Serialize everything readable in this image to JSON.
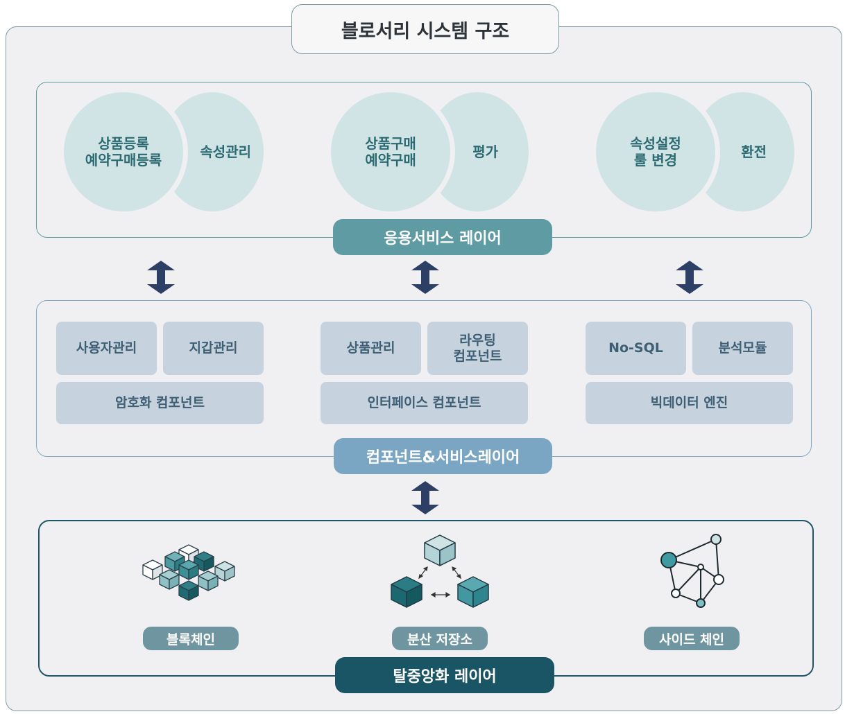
{
  "title": "블로서리 시스템 구조",
  "layers": {
    "application": {
      "label": "응용서비스 레이어",
      "groups": [
        {
          "main": "상품등록\n예약구매등록",
          "side": "속성관리"
        },
        {
          "main": "상품구매\n예약구매",
          "side": "평가"
        },
        {
          "main": "속성설정\n룰 변경",
          "side": "환전"
        }
      ]
    },
    "component": {
      "label": "컴포넌트&서비스레이어",
      "groups": [
        {
          "top_left": "사용자관리",
          "top_right": "지갑관리",
          "bottom": "암호화 컴포넌트"
        },
        {
          "top_left": "상품관리",
          "top_right": "라우팅\n컴포넌트",
          "bottom": "인터페이스 컴포넌트"
        },
        {
          "top_left": "No-SQL",
          "top_right": "분석모듈",
          "bottom": "빅데이터 엔진"
        }
      ]
    },
    "decentralized": {
      "label": "탈중앙화 레이어",
      "items": [
        {
          "label": "블록체인",
          "icon": "blockchain-cubes-icon"
        },
        {
          "label": "분산 저장소",
          "icon": "distributed-storage-icon"
        },
        {
          "label": "사이드 체인",
          "icon": "side-chain-network-icon"
        }
      ]
    }
  },
  "colors": {
    "teal": "#5e9ba2",
    "blue_gray": "#7aa6c4",
    "dark_teal": "#1a5566",
    "arrow": "#2e3f66"
  }
}
